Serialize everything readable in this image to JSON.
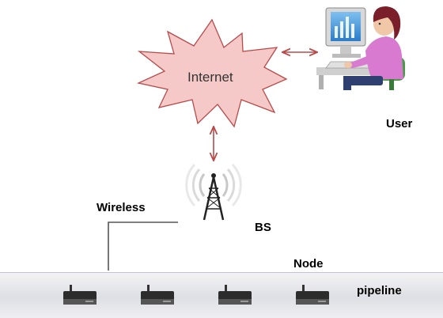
{
  "internet": {
    "label": "Internet"
  },
  "labels": {
    "user": "User",
    "wireless": "Wireless",
    "bs": "BS",
    "node": "Node",
    "pipeline": "pipeline"
  },
  "icons": {
    "cloud": "starburst-cloud-icon",
    "user": "user-at-computer-icon",
    "tower": "radio-tower-icon",
    "node": "sensor-node-icon"
  },
  "node_count": 4,
  "colors": {
    "cloud_fill": "#f6c9c9",
    "cloud_stroke": "#b84a4a",
    "arrow": "#b84a4a",
    "pipe_top": "#f2f2f4",
    "pipe_mid": "#cfd0d6",
    "pipe_bottom": "#e8e8ec",
    "node_body": "#2c2c2c",
    "user_shirt": "#d87ad0",
    "screen": "#2c7cc8"
  }
}
